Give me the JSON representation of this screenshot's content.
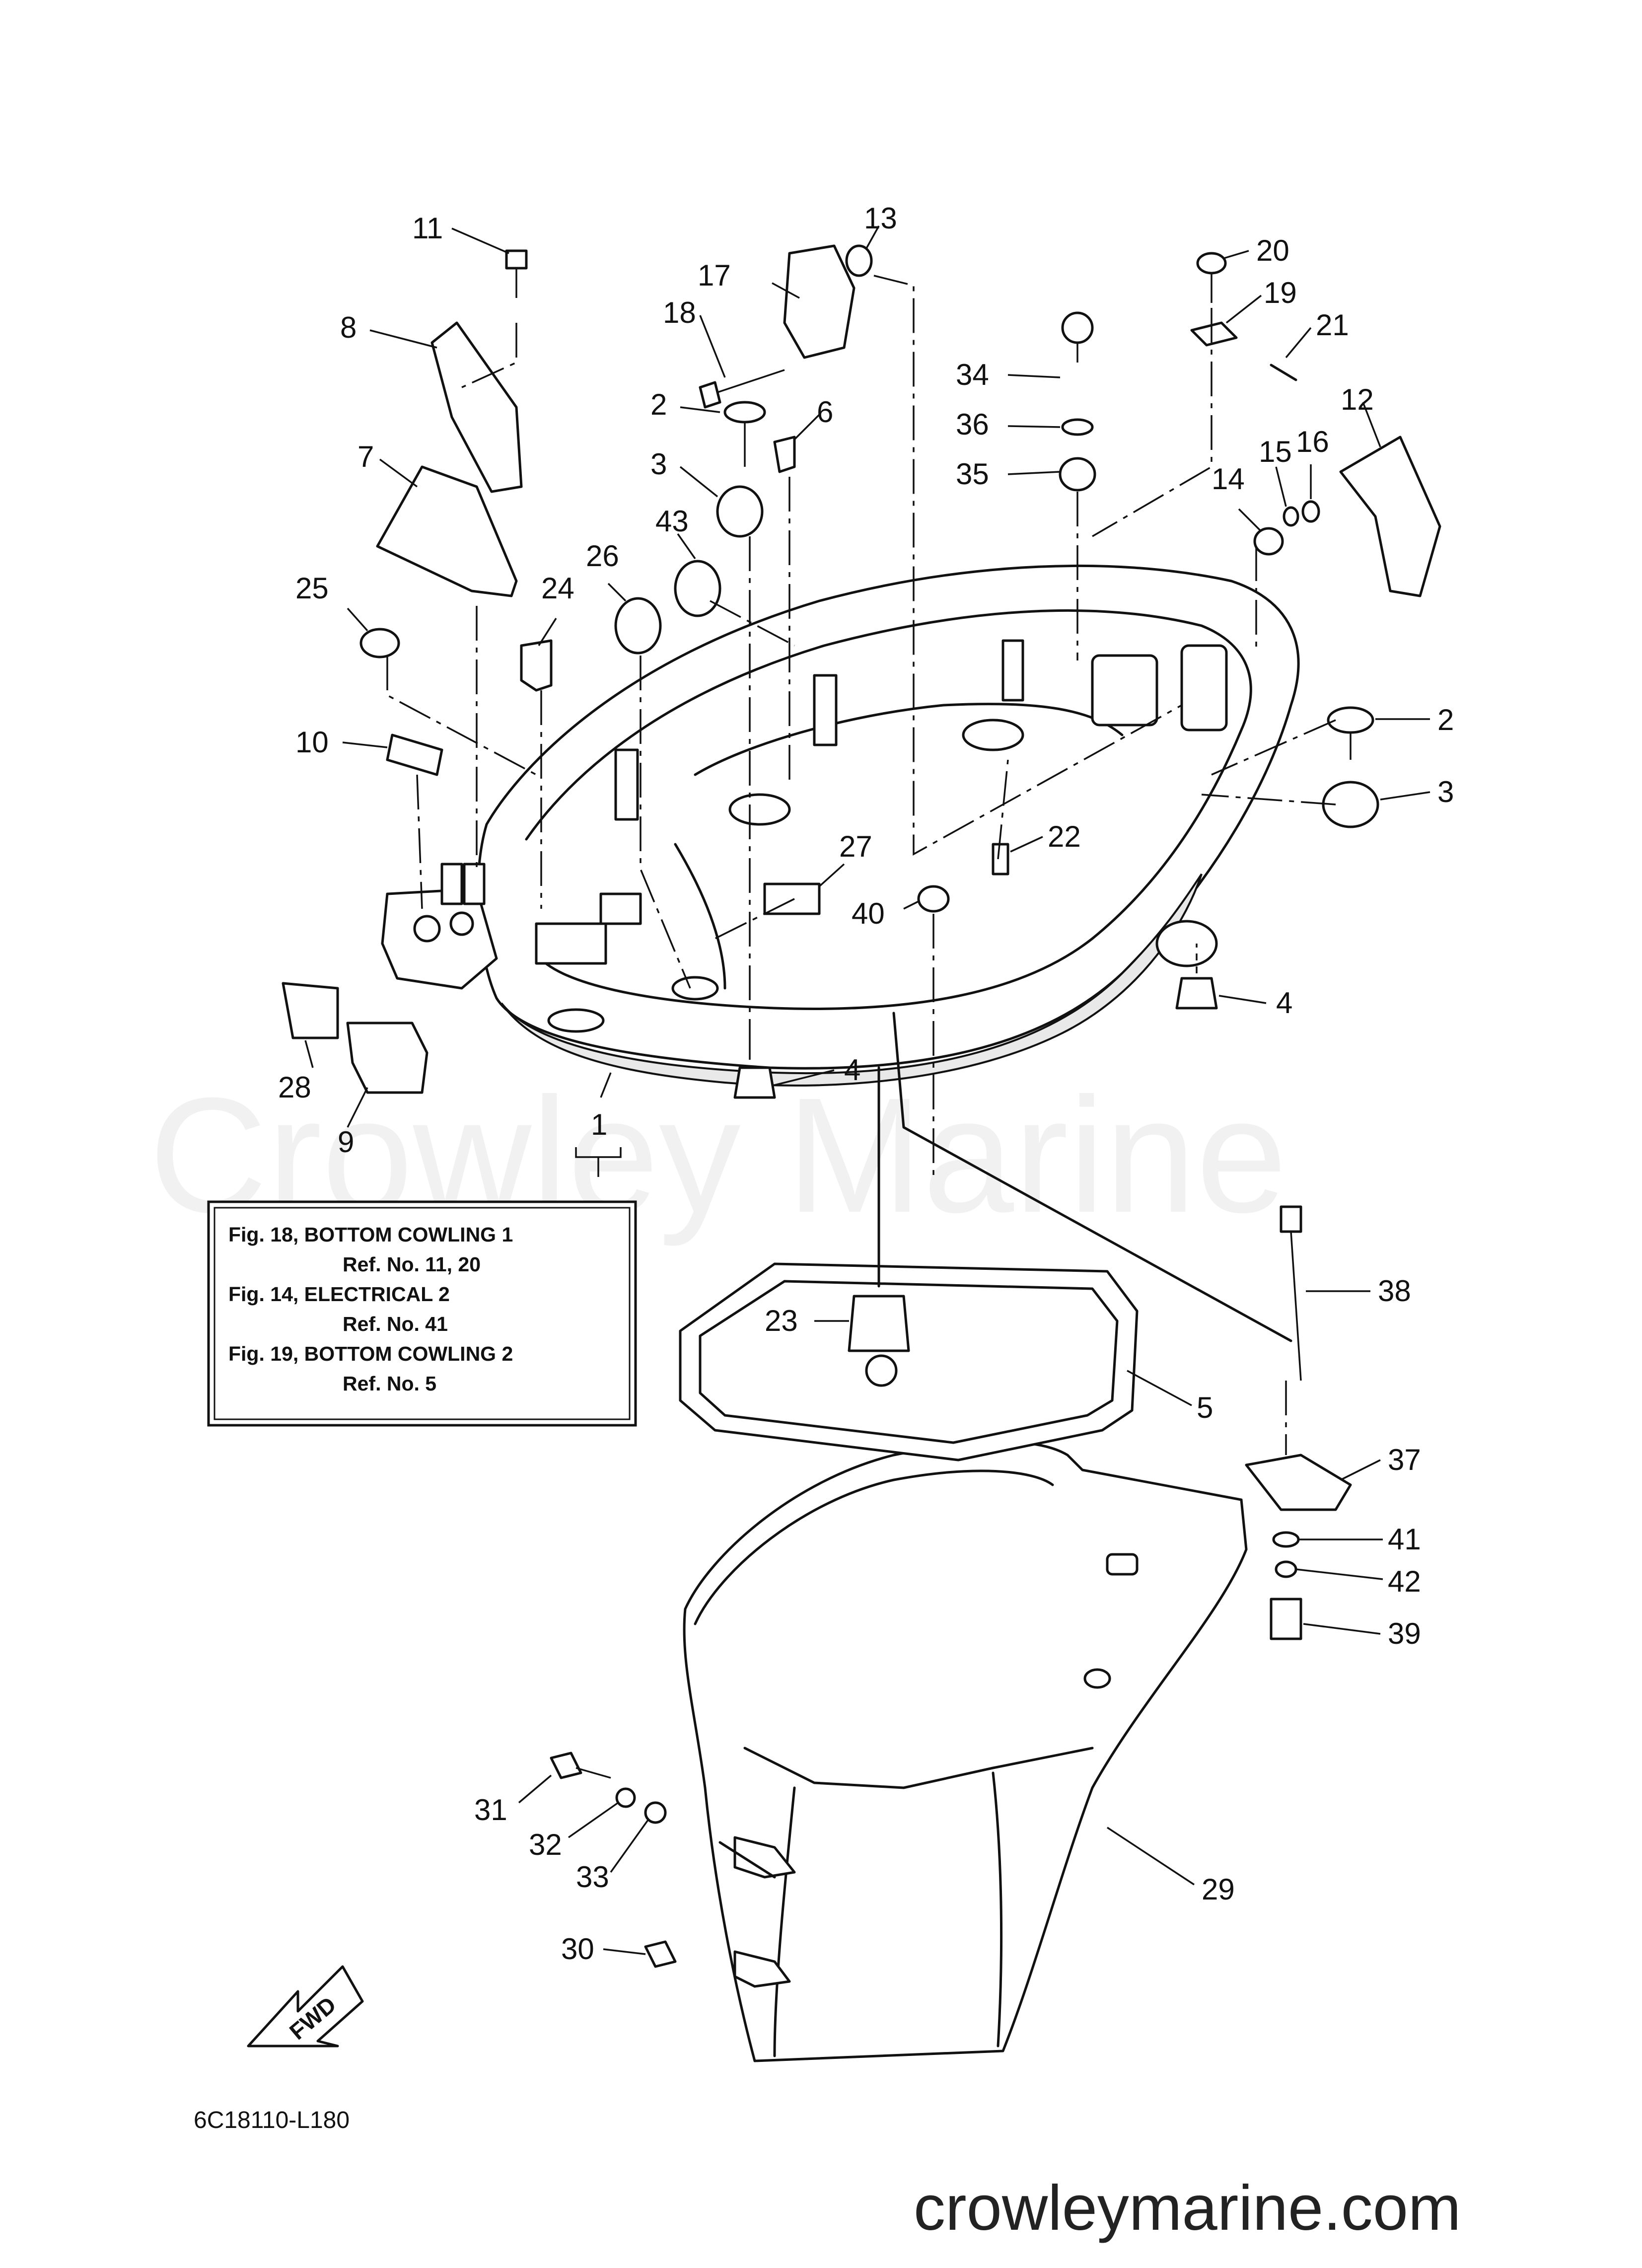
{
  "watermark": "Crowley Marine",
  "site_url": "crowleymarine.com",
  "diagram_code": "6C18110-L180",
  "fwd_label": "FWD",
  "note": {
    "lines": [
      "Fig. 18, BOTTOM COWLING 1",
      "Ref. No. 11, 20",
      "Fig. 14, ELECTRICAL 2",
      "Ref. No. 41",
      "Fig. 19, BOTTOM COWLING 2",
      "Ref. No. 5"
    ]
  },
  "callouts": [
    "11",
    "13",
    "17",
    "18",
    "20",
    "19",
    "21",
    "12",
    "8",
    "2",
    "6",
    "34",
    "36",
    "35",
    "3",
    "7",
    "43",
    "14",
    "15",
    "16",
    "26",
    "24",
    "25",
    "2",
    "10",
    "3",
    "22",
    "27",
    "40",
    "4",
    "28",
    "9",
    "1",
    "4",
    "38",
    "23",
    "5",
    "37",
    "41",
    "42",
    "39",
    "31",
    "32",
    "33",
    "29",
    "30"
  ]
}
